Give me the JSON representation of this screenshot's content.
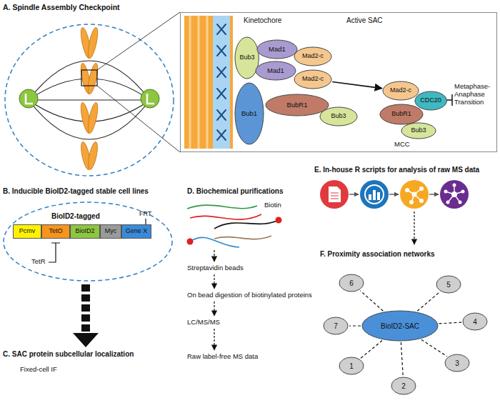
{
  "diagram": {
    "nodes": [
      {
        "text": [
          "Kinetochore",
          "Active SAC"
        ]
      },
      {
        "text": [
          "Bub3"
        ],
        "in": 0
      },
      {
        "text": [
          "Mad1"
        ],
        "in": 0
      },
      {
        "text": [
          "Mad1"
        ],
        "in": 0
      },
      {
        "text": [
          "Mad2-c"
        ],
        "in": 0
      },
      {
        "text": [
          "Mad2-c"
        ],
        "in": 0
      },
      {
        "text": [
          "Bub1"
        ],
        "in": 0
      },
      {
        "text": [
          "BubR1"
        ],
        "in": 0
      },
      {
        "text": [
          "Bub3"
        ],
        "in": 0
      },
      {
        "text": [
          "Mad2-c"
        ],
        "in": 0
      },
      {
        "text": [
          "BubR1"
        ],
        "in": 0
      },
      {
        "text": [
          "CDC20"
        ],
        "in": 0
      },
      {
        "text": [
          "Bub3"
        ],
        "in": 0
      },
      {
        "text": [
          "BioID2-tagged"
        ]
      },
      {
        "text": [
          "Pcmv"
        ],
        "in": 13
      },
      {
        "text": [
          "TetO"
        ],
        "in": 13
      },
      {
        "text": [
          "BioID2"
        ],
        "in": 13
      },
      {
        "text": [
          "Myc"
        ],
        "in": 13
      },
      {
        "text": [
          "Gene X"
        ],
        "in": 13
      },
      {
        "text": [
          "BioID2-SAC"
        ]
      },
      {
        "text": [
          "1"
        ]
      },
      {
        "text": [
          "2"
        ]
      },
      {
        "text": [
          "3"
        ]
      },
      {
        "text": [
          "4"
        ]
      },
      {
        "text": [
          "5"
        ]
      },
      {
        "text": [
          "6"
        ]
      },
      {
        "text": [
          "7"
        ]
      }
    ],
    "edges": [
      {
        "from": 5,
        "to": 9,
        "arrow": "to"
      },
      {
        "from": 19,
        "to": 20,
        "arrow": "none"
      },
      {
        "from": 19,
        "to": 21,
        "arrow": "none"
      },
      {
        "from": 19,
        "to": 22,
        "arrow": "none"
      },
      {
        "from": 19,
        "to": 23,
        "arrow": "none"
      },
      {
        "from": 19,
        "to": 24,
        "arrow": "none"
      },
      {
        "from": 19,
        "to": 25,
        "arrow": "none"
      },
      {
        "from": 19,
        "to": 26,
        "arrow": "none"
      }
    ],
    "labels": [
      "A. Spindle Assembly Checkpoint",
      "MCC",
      "Metaphase-Anaphase Transition",
      "B. Inducible BioID2-tagged stable cell lines",
      "FRT",
      "TetR",
      "C. SAC protein subcellular localization",
      "Fixed-cell IF",
      "D. Biochemical purifications",
      "Biotin",
      "Streptavidin beads",
      "On bead digestion of biotinylated proteins",
      "LC/MS/MS",
      "Raw label-free MS data",
      "E. In-house R scripts for analysis of raw MS data",
      "F. Proximity association networks"
    ]
  }
}
